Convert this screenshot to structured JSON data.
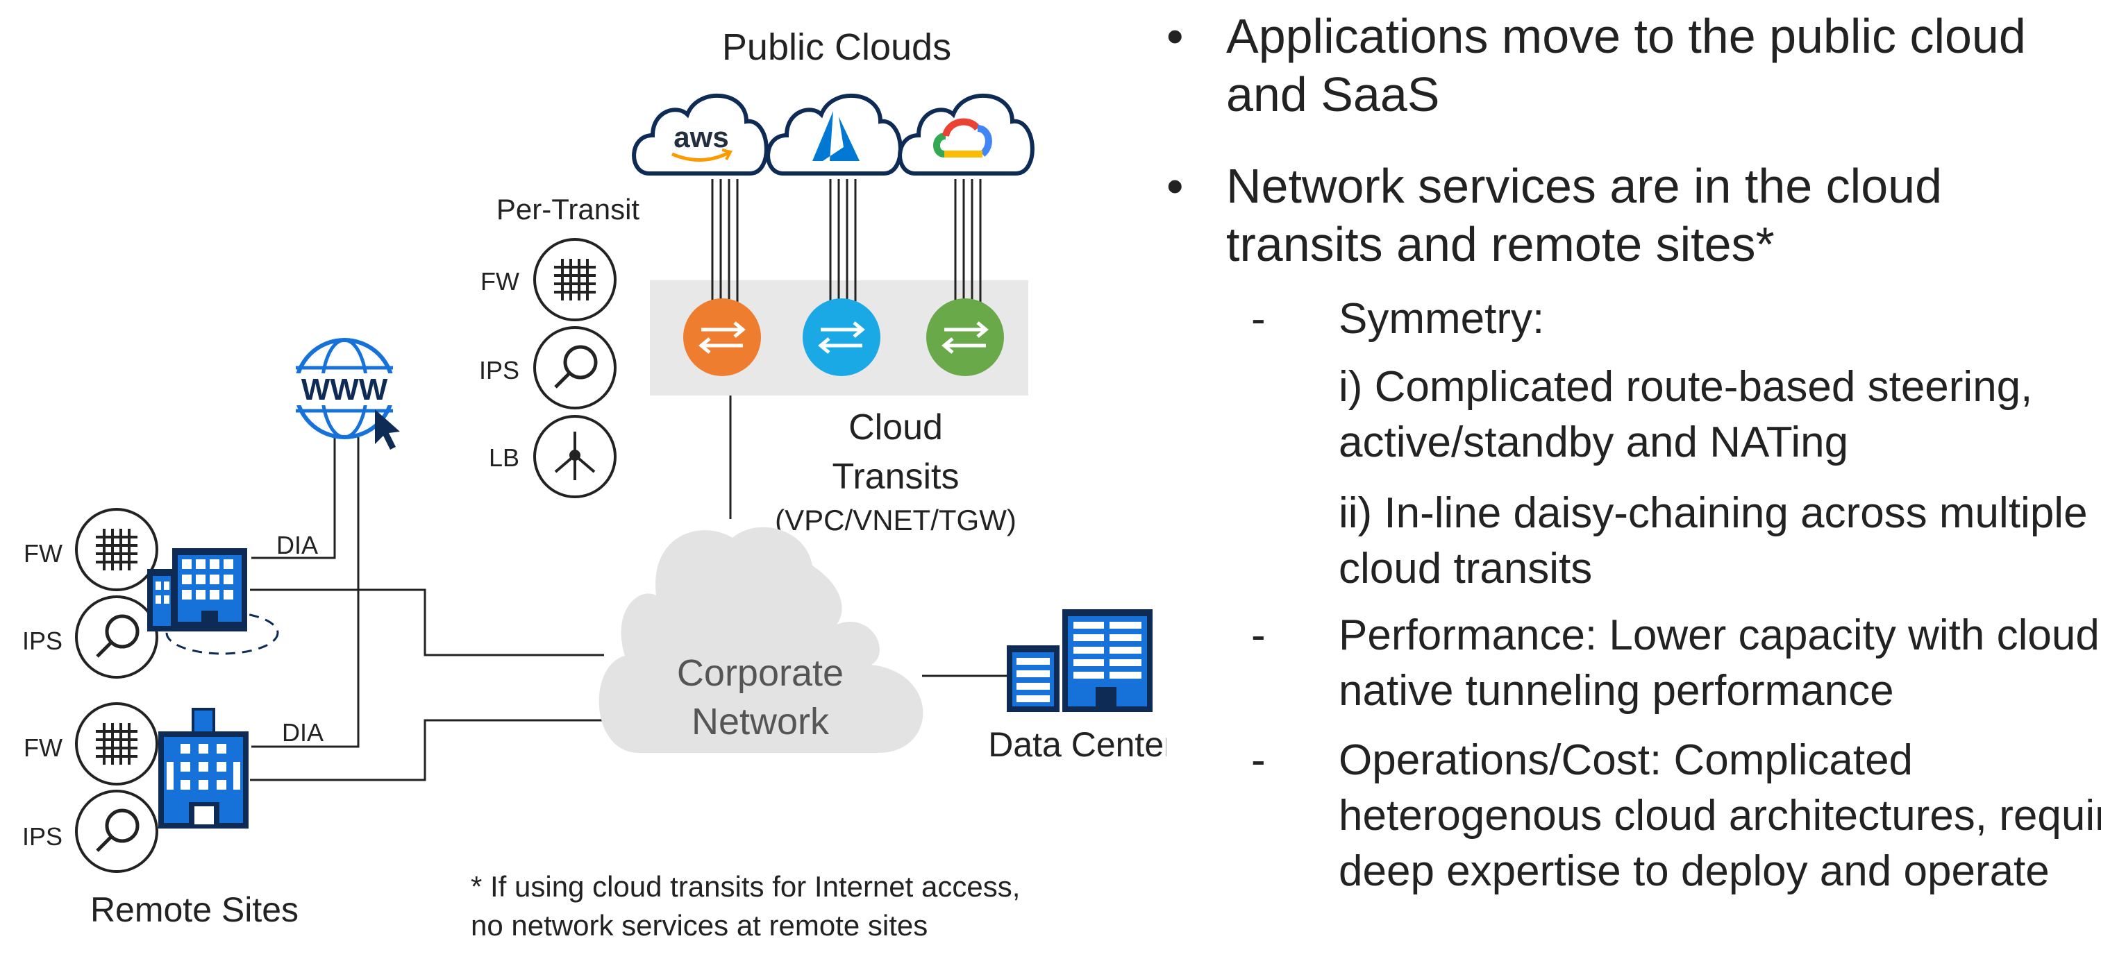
{
  "diagram": {
    "public_clouds_title": "Public Clouds",
    "clouds": [
      {
        "name": "aws",
        "icon": "aws-logo-icon",
        "color": "#ff9900"
      },
      {
        "name": "",
        "icon": "azure-logo-icon",
        "color": "#0078d4"
      },
      {
        "name": "",
        "icon": "google-cloud-logo-icon",
        "color": "#4285f4"
      }
    ],
    "transit_routers": [
      {
        "icon": "router-arrows-icon",
        "color": "#ee7d2f"
      },
      {
        "icon": "router-arrows-icon",
        "color": "#1ba9e6"
      },
      {
        "icon": "router-arrows-icon",
        "color": "#6aa94a"
      }
    ],
    "per_transit": {
      "title": "Per-Transit",
      "services": [
        {
          "label": "FW",
          "icon": "firewall-grid-icon"
        },
        {
          "label": "IPS",
          "icon": "magnifier-icon"
        },
        {
          "label": "LB",
          "icon": "load-balancer-icon"
        }
      ]
    },
    "cloud_transits": {
      "line1": "Cloud",
      "line2": "Transits",
      "line3": "(VPC/VNET/TGW)"
    },
    "www_icon": {
      "text": "WWW",
      "icon": "globe-www-icon"
    },
    "corporate_network": {
      "line1": "Corporate",
      "line2": "Network"
    },
    "data_center": "Data Center",
    "remote_site_1": {
      "fw": "FW",
      "ips": "IPS",
      "dia": "DIA"
    },
    "remote_site_2": {
      "fw": "FW",
      "ips": "IPS",
      "dia": "DIA"
    },
    "remote_sites_label": "Remote Sites",
    "colors": {
      "navy": "#0d2b55",
      "blue": "#1672d9",
      "gray": "#e8e8e8",
      "cloud_gray": "#e3e3e3"
    }
  },
  "footnote": {
    "line1": "* If using cloud transits for Internet access,",
    "line2": "no network services at remote sites"
  },
  "bullets": {
    "b1": "Applications move to the public cloud and SaaS",
    "b2": "Network services are in the cloud transits and remote sites*",
    "symmetry": "Symmetry:",
    "sym_i": "i) Complicated route-based steering, active/standby and NATing",
    "sym_ii": "ii) In-line daisy-chaining across multiple cloud transits",
    "performance": "Performance: Lower capacity with cloud-native tunneling performance",
    "operations": "Operations/Cost: Complicated heterogenous cloud architectures, requires deep expertise to deploy and operate"
  }
}
